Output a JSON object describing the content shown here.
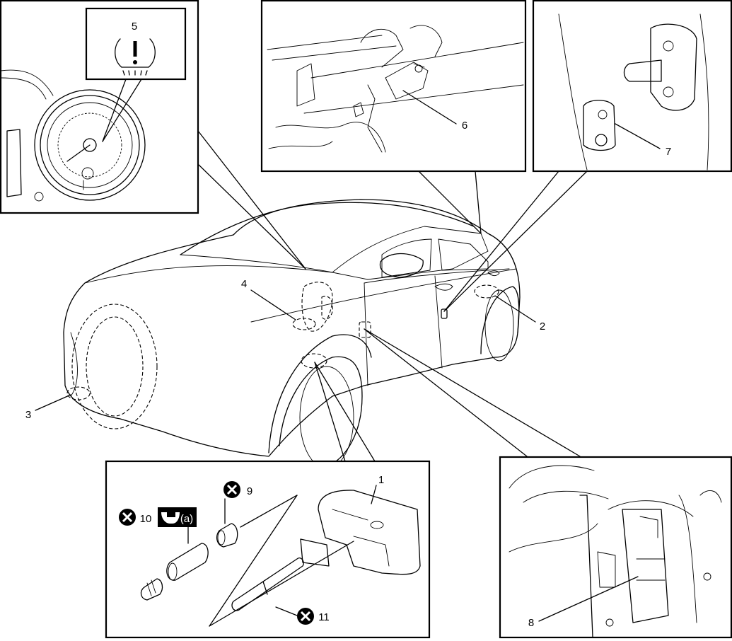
{
  "callouts": {
    "c1": "1",
    "c2": "2",
    "c3": "3",
    "c4": "4",
    "c5": "5",
    "c6": "6",
    "c7": "7",
    "c8": "8",
    "c9": "9",
    "c10": "10",
    "c11": "11",
    "torque_tag": "(a)"
  },
  "icons": {
    "tpms_warning": "tire-pressure-warning-icon",
    "do_not_reuse": "circle-x-icon",
    "torque": "wrench-icon"
  },
  "colors": {
    "line": "#000000",
    "background": "#ffffff"
  }
}
